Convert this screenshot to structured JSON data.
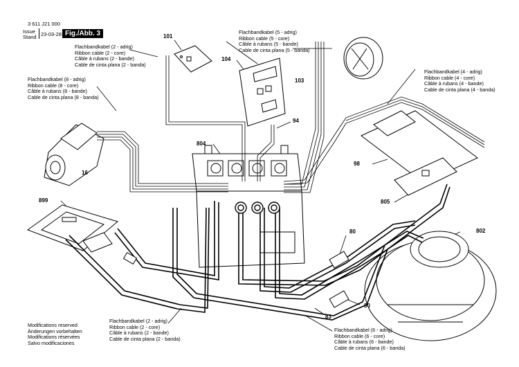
{
  "header": {
    "doc_number": "3 611 J21 000",
    "issue_label": "Issue",
    "stand_label": "Stand",
    "date": "23-03-28",
    "figure": "Fig./Abb. 3"
  },
  "captions": {
    "ribbon2_top": [
      "Flachbandkabel (2 - adrig)",
      "Ribbon cable (2 - core)",
      "Câble à rubans (2 - bande)",
      "Cable de cinta plana (2 - banda)"
    ],
    "ribbon5": [
      "Flachbandkabel (5 - adrig)",
      "Ribbon cable (5 - core)",
      "Câble à rubans (5 - bande)",
      "Cable de cinta plana (5 - banda)"
    ],
    "ribbon8": [
      "Flachbandkabel (8 - adrig)",
      "Ribbon cable (8 - core)",
      "Câble à rubans (8 - bande)",
      "Cable de cinta plana (8 - banda)"
    ],
    "ribbon4": [
      "Flachbandkabel (4 - adrig)",
      "Ribbon cable (4 - core)",
      "Câble à rubans (4 - bande)",
      "Cable de cinta plana (4 - banda)"
    ],
    "ribbon2_bottom": [
      "Flachbandkabel (2 - adrig)",
      "Ribbon cable (2 - core)",
      "Câble à rubans (2 - bande)",
      "Cable de cinta plana (2 - banda)"
    ],
    "ribbon6": [
      "Flachbandkabel (6 - adrig)",
      "Ribbon cable (6 - core)",
      "Câble à rubans (6 - bande)",
      "Cable de cinta plana (6 - banda)"
    ]
  },
  "parts": {
    "p101": "101",
    "p104": "104",
    "p103": "103",
    "p94": "94",
    "p804": "804",
    "p16": "16",
    "p98": "98",
    "p899": "899",
    "p805": "805",
    "p80a": "80",
    "p802": "802",
    "p80b": "80",
    "p83": "83"
  },
  "footer": [
    "Modifications reserved",
    "Änderungen vorbehalten",
    "Modifications réservées",
    "Salvo modificaciones"
  ]
}
